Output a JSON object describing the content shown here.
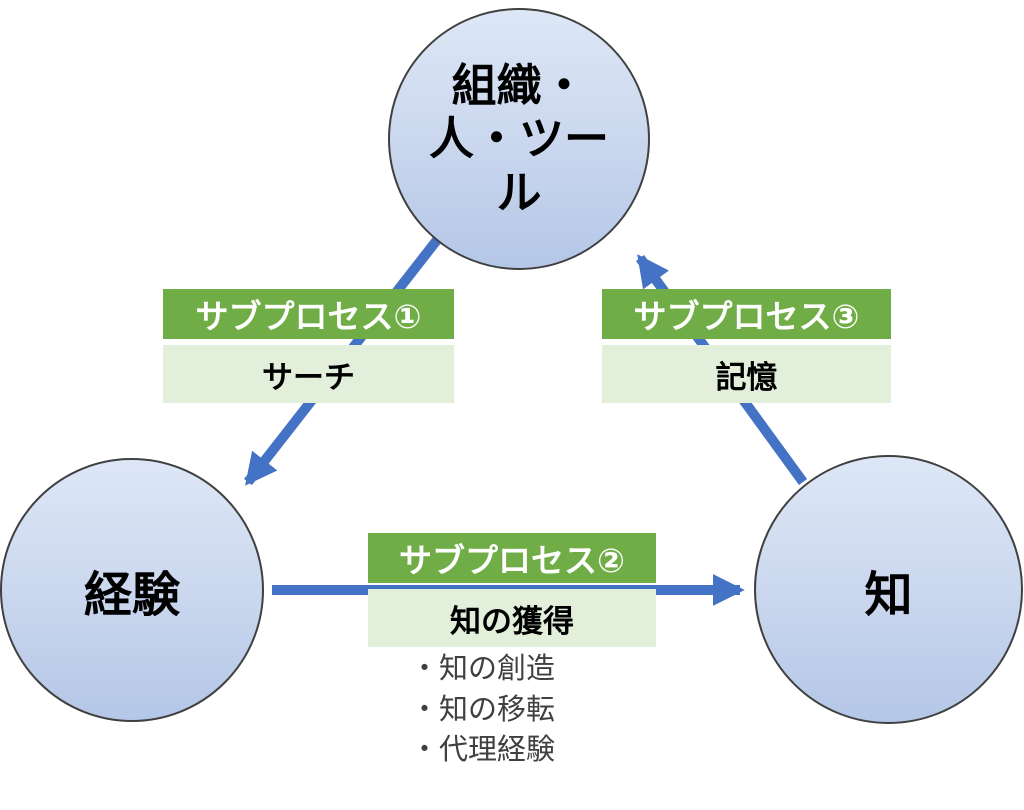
{
  "diagram": {
    "kind": "knowledge-cycle-diagram"
  },
  "colors": {
    "circle_fill_top": "#dde7f6",
    "circle_fill_bottom": "#b4c7e7",
    "circle_border": "#404040",
    "arrow": "#4472c4",
    "box_header_bg": "#70ad47",
    "box_header_text": "#ffffff",
    "box_body_bg": "#e2efda",
    "box_body_text": "#000000",
    "bullet_text": "#404040"
  },
  "nodes": {
    "top_circle": "組織・\n人・ツー\nル",
    "left_circle": "経験",
    "right_circle": "知"
  },
  "processes": {
    "p1": {
      "header": "サブプロセス①",
      "body": "サーチ"
    },
    "p2": {
      "header": "サブプロセス②",
      "body": "知の獲得"
    },
    "p3": {
      "header": "サブプロセス③",
      "body": "記憶"
    }
  },
  "bullets": [
    "・知の創造",
    "・知の移転",
    "・代理経験"
  ]
}
